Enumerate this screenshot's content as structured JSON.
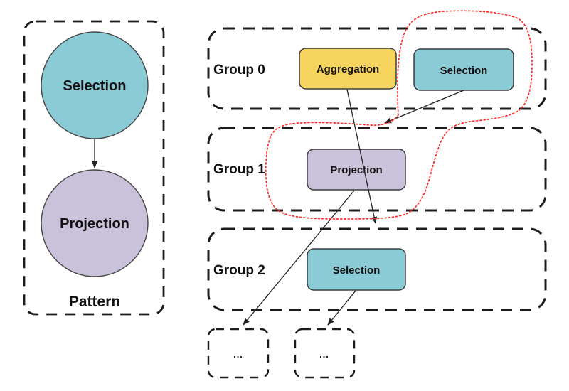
{
  "pattern_panel": {
    "label": "Pattern",
    "selection_label": "Selection",
    "projection_label": "Projection"
  },
  "groups": [
    {
      "label": "Group 0",
      "nodes": [
        {
          "label": "Aggregation",
          "type": "aggregation"
        },
        {
          "label": "Selection",
          "type": "selection"
        }
      ]
    },
    {
      "label": "Group 1",
      "nodes": [
        {
          "label": "Projection",
          "type": "projection"
        }
      ]
    },
    {
      "label": "Group 2",
      "nodes": [
        {
          "label": "Selection",
          "type": "selection"
        }
      ]
    }
  ],
  "continuation_boxes": [
    {
      "label": "..."
    },
    {
      "label": "..."
    }
  ],
  "colors": {
    "selection_fill": "#8BCBD6",
    "projection_fill": "#C9C2DA",
    "aggregation_fill": "#F7D45E",
    "match_outline": "#FF2B2B"
  }
}
